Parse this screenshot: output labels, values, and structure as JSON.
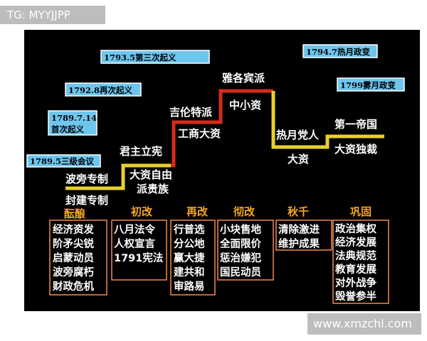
{
  "watermarks": {
    "top": "TG: MYYJJPP",
    "bottom": "www.xmzchl.com"
  },
  "colors": {
    "date_bg": "#6ec6ee",
    "date_border": "#ffffff",
    "yellow_line": "#e8d12a",
    "red_line": "#d62a1a",
    "category": "#f5a623",
    "box_border": "#f08a50"
  },
  "dates": {
    "d1": "1789.5三级会议",
    "d2a": "1789.7.14",
    "d2b": "首次起义",
    "d3": "1792.8再次起义",
    "d4": "1793.5第三次起义",
    "d5": "1794.7热月政变",
    "d6": "1799雾月政变"
  },
  "labels": {
    "bourbon": "波旁专制",
    "feudal": "封建专制",
    "constitutional": "君主立宪",
    "big_cap_free": "大资自由",
    "liberal_nobles": "派贵族",
    "girondins": "吉伦特派",
    "industrial_bourgeois": "工商大资",
    "jacobins": "雅各宾派",
    "petty_bourgeois": "中小资",
    "thermidorians": "热月党人",
    "big_bourgeois": "大资",
    "first_empire": "第一帝国",
    "big_dictatorship": "大资独裁"
  },
  "categories": [
    {
      "title": "酝酿",
      "items": [
        "经济资发",
        "阶矛尖锐",
        "启蒙动员",
        "波旁腐朽",
        "财政危机"
      ]
    },
    {
      "title": "初改",
      "items": [
        "八月法令",
        "人权宣言",
        "1791宪法"
      ]
    },
    {
      "title": "再改",
      "items": [
        "行普选",
        "分公地",
        "赢大捷",
        "建共和",
        "审路易"
      ]
    },
    {
      "title": "彻改",
      "items": [
        "小块售地",
        "全面限价",
        "惩治嫌犯",
        "国民动员"
      ]
    },
    {
      "title": "秋千",
      "items": [
        "清除激进",
        "维护成果"
      ]
    },
    {
      "title": "巩固",
      "items": [
        "政治集权",
        "经济发展",
        "法典规范",
        "教育发展",
        "对外战争",
        "毁誉参半"
      ]
    }
  ]
}
